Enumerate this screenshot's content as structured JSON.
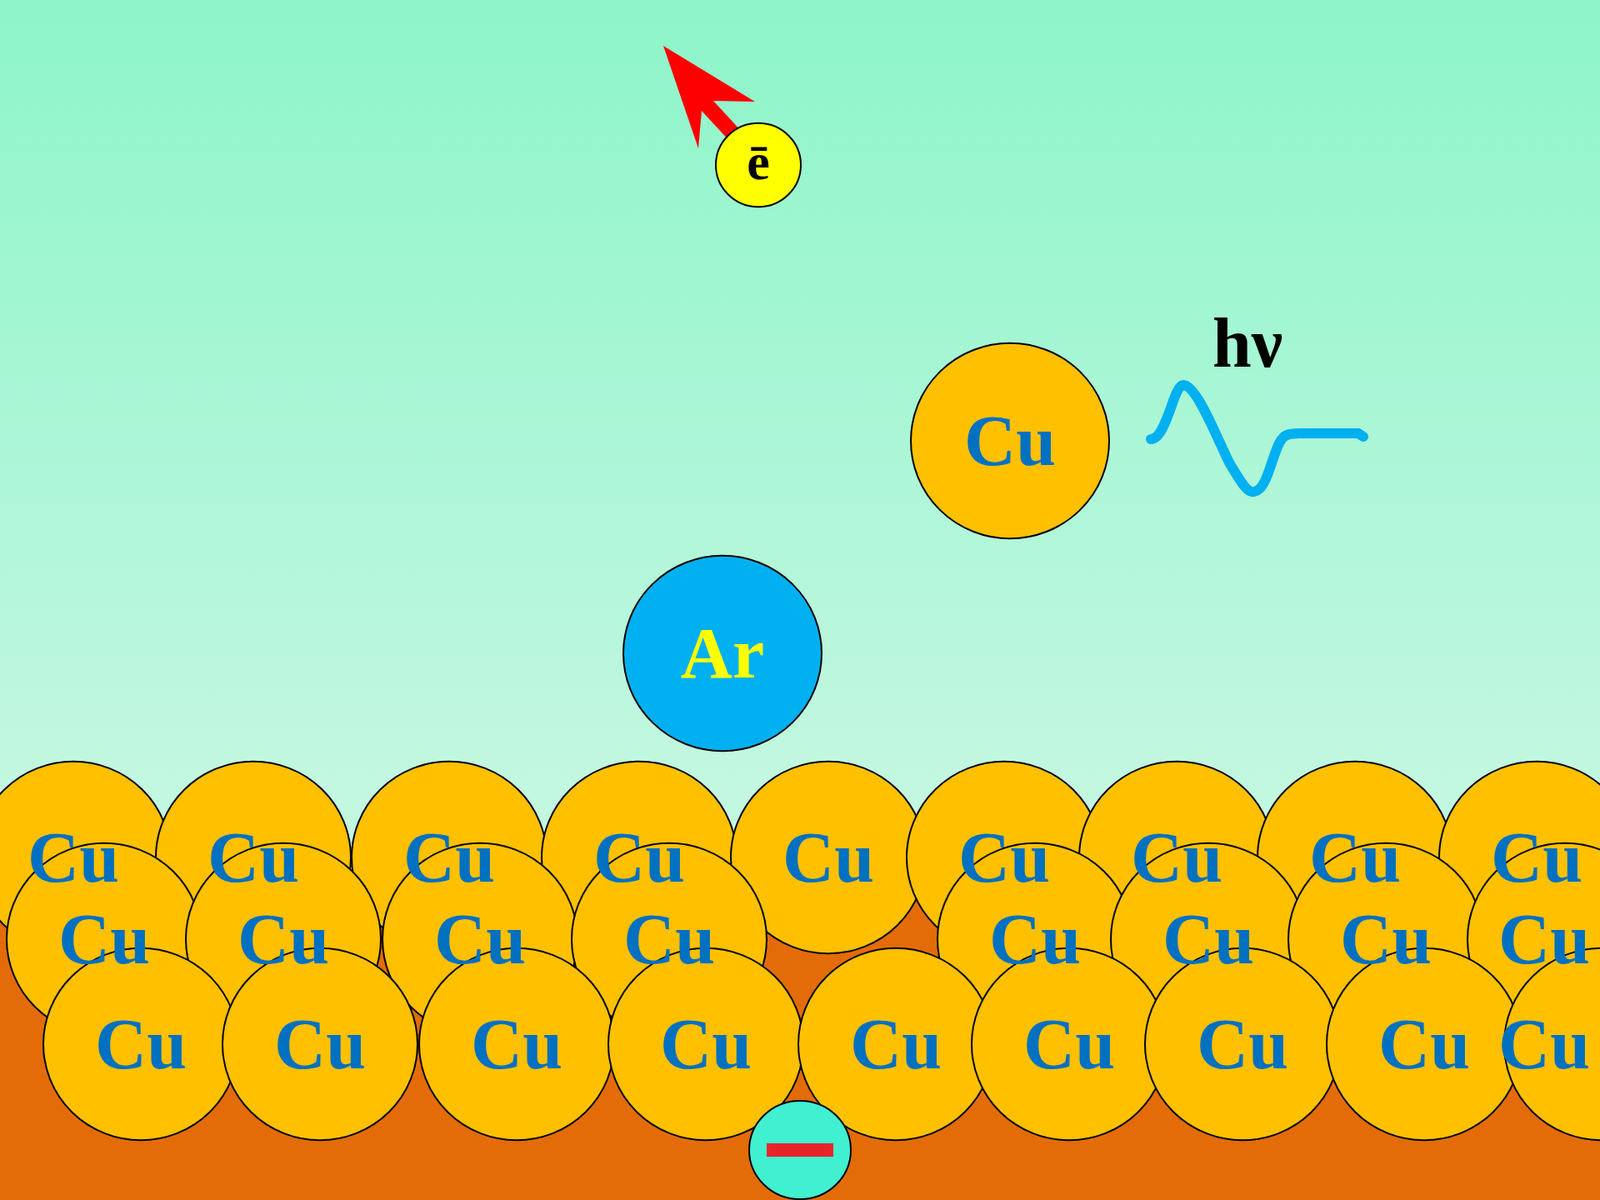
{
  "diagram": {
    "nodes": [
      {
        "text": [
          "ē"
        ]
      },
      {
        "text": [
          "Cu"
        ]
      },
      {
        "text": [
          "Ar"
        ]
      },
      {
        "text": [
          "Cu"
        ]
      },
      {
        "text": [
          "Cu"
        ]
      },
      {
        "text": [
          "Cu"
        ]
      },
      {
        "text": [
          "Cu"
        ]
      },
      {
        "text": [
          "Cu"
        ]
      },
      {
        "text": [
          "Cu"
        ]
      },
      {
        "text": [
          "Cu"
        ]
      },
      {
        "text": [
          "Cu"
        ]
      },
      {
        "text": [
          "Cu"
        ]
      },
      {
        "text": [
          "Cu"
        ]
      },
      {
        "text": [
          "Cu"
        ]
      },
      {
        "text": [
          "Cu"
        ]
      },
      {
        "text": [
          "Cu"
        ]
      },
      {
        "text": [
          "Cu"
        ]
      },
      {
        "text": [
          "Cu"
        ]
      },
      {
        "text": [
          "Cu"
        ]
      },
      {
        "text": [
          "Cu"
        ]
      },
      {
        "text": [
          "Cu"
        ]
      },
      {
        "text": [
          "Cu"
        ]
      },
      {
        "text": [
          "Cu"
        ]
      },
      {
        "text": [
          "Cu"
        ]
      },
      {
        "text": [
          "Cu"
        ]
      },
      {
        "text": [
          "Cu"
        ]
      },
      {
        "text": [
          "Cu"
        ]
      },
      {
        "text": [
          "Cu"
        ]
      },
      {
        "text": [
          "Cu"
        ]
      }
    ],
    "labels": [
      "hν"
    ]
  }
}
